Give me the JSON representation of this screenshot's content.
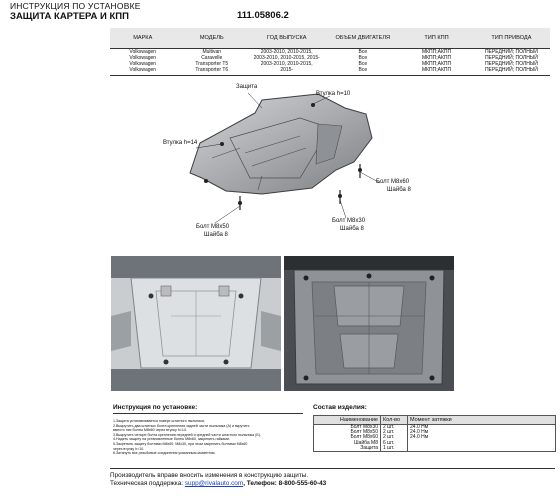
{
  "header": {
    "line1": "ИНСТРУКЦИЯ ПО УСТАНОВКЕ",
    "line2": "ЗАЩИТА КАРТЕРА И КПП",
    "article": "111.05806.2"
  },
  "vehicles": {
    "headers": [
      "МАРКА",
      "МОДЕЛЬ",
      "ГОД ВЫПУСКА",
      "ОБЪЕМ ДВИГАТЕЛЯ",
      "ТИП КПП",
      "ТИП ПРИВОДА"
    ],
    "rows": [
      [
        "Volkswagen",
        "Multivan",
        "2003-2010, 2010-2015,",
        "Все",
        "МКПП;АКПП",
        "ПЕРЕДНИЙ; ПОЛНЫЙ"
      ],
      [
        "Volkswagen",
        "Caravelle",
        "2003-2010, 2010-2015, 2015-",
        "Все",
        "МКПП;АКПП",
        "ПЕРЕДНИЙ; ПОЛНЫЙ"
      ],
      [
        "Volkswagen",
        "Transporter T5",
        "2003-2010, 2010-2015,",
        "Все",
        "МКПП;АКПП",
        "ПЕРЕДНИЙ; ПОЛНЫЙ"
      ],
      [
        "Volkswagen",
        "Transporter T6",
        "2015-",
        "Все",
        "МКПП;АКПП",
        "ПЕРЕДНИЙ; ПОЛНЫЙ"
      ]
    ]
  },
  "drawing_labels": {
    "zashita": "Защита",
    "vtulka10": "Втулка h=10",
    "vtulka14": "Втулка h=14",
    "bolt_m8x60": "Болт М8х60",
    "shayba8_a": "Шайба 8",
    "bolt_m8x50": "Болт М8х50",
    "shayba8_b": "Шайба 8",
    "bolt_m8x30": "Болт М8х30",
    "shayba8_c": "Шайба 8"
  },
  "instructions": {
    "title": "Инструкция по установке:",
    "steps": [
      "1.Защита устанавливается поверх штатного пыльника.",
      "2.Выкрутить два штатных болта крепления задней части пыльника (А) и вкрутить",
      "вместо них болты М8х60 через втулку h=14.",
      "3.Выкрутить четыре болта крепления передней и средней части штатного пыльника (Б).",
      "4.Надеть защиту на установленные болты М8х60, закрепить гайками.",
      "5.Закрепить защиту болтами М8х50, М8х30, при этом закрепить болтами М8х60",
      "через втулку h=10.",
      "6.Затянуть все резьбовые соединения указанным моментом."
    ]
  },
  "composition": {
    "title": "Состав изделия:",
    "headers": [
      "Наименование",
      "Кол-во",
      "Момент затяжки"
    ],
    "rows": [
      [
        "Болт М8х30",
        "2 шт.",
        "24.0 Нм"
      ],
      [
        "Болт М8х50",
        "2 шт.",
        "24.0 Нм"
      ],
      [
        "Болт М8х60",
        "2 шт.",
        "24.0 Нм"
      ],
      [
        "Шайба М8",
        "6 шт.",
        ""
      ],
      [
        "Защита",
        "1 шт.",
        ""
      ]
    ]
  },
  "footer": {
    "line1": "Производитель вправе вносить изменения в конструкцию защиты.",
    "support_prefix": "Техническая поддержка: ",
    "email": "supp@rivalauto.com",
    "phone_text": ", Телефон: 8-800-555-60-43"
  },
  "colors": {
    "metal": "#a9abae",
    "metal_dark": "#55595d",
    "email": "#1a44c0"
  }
}
